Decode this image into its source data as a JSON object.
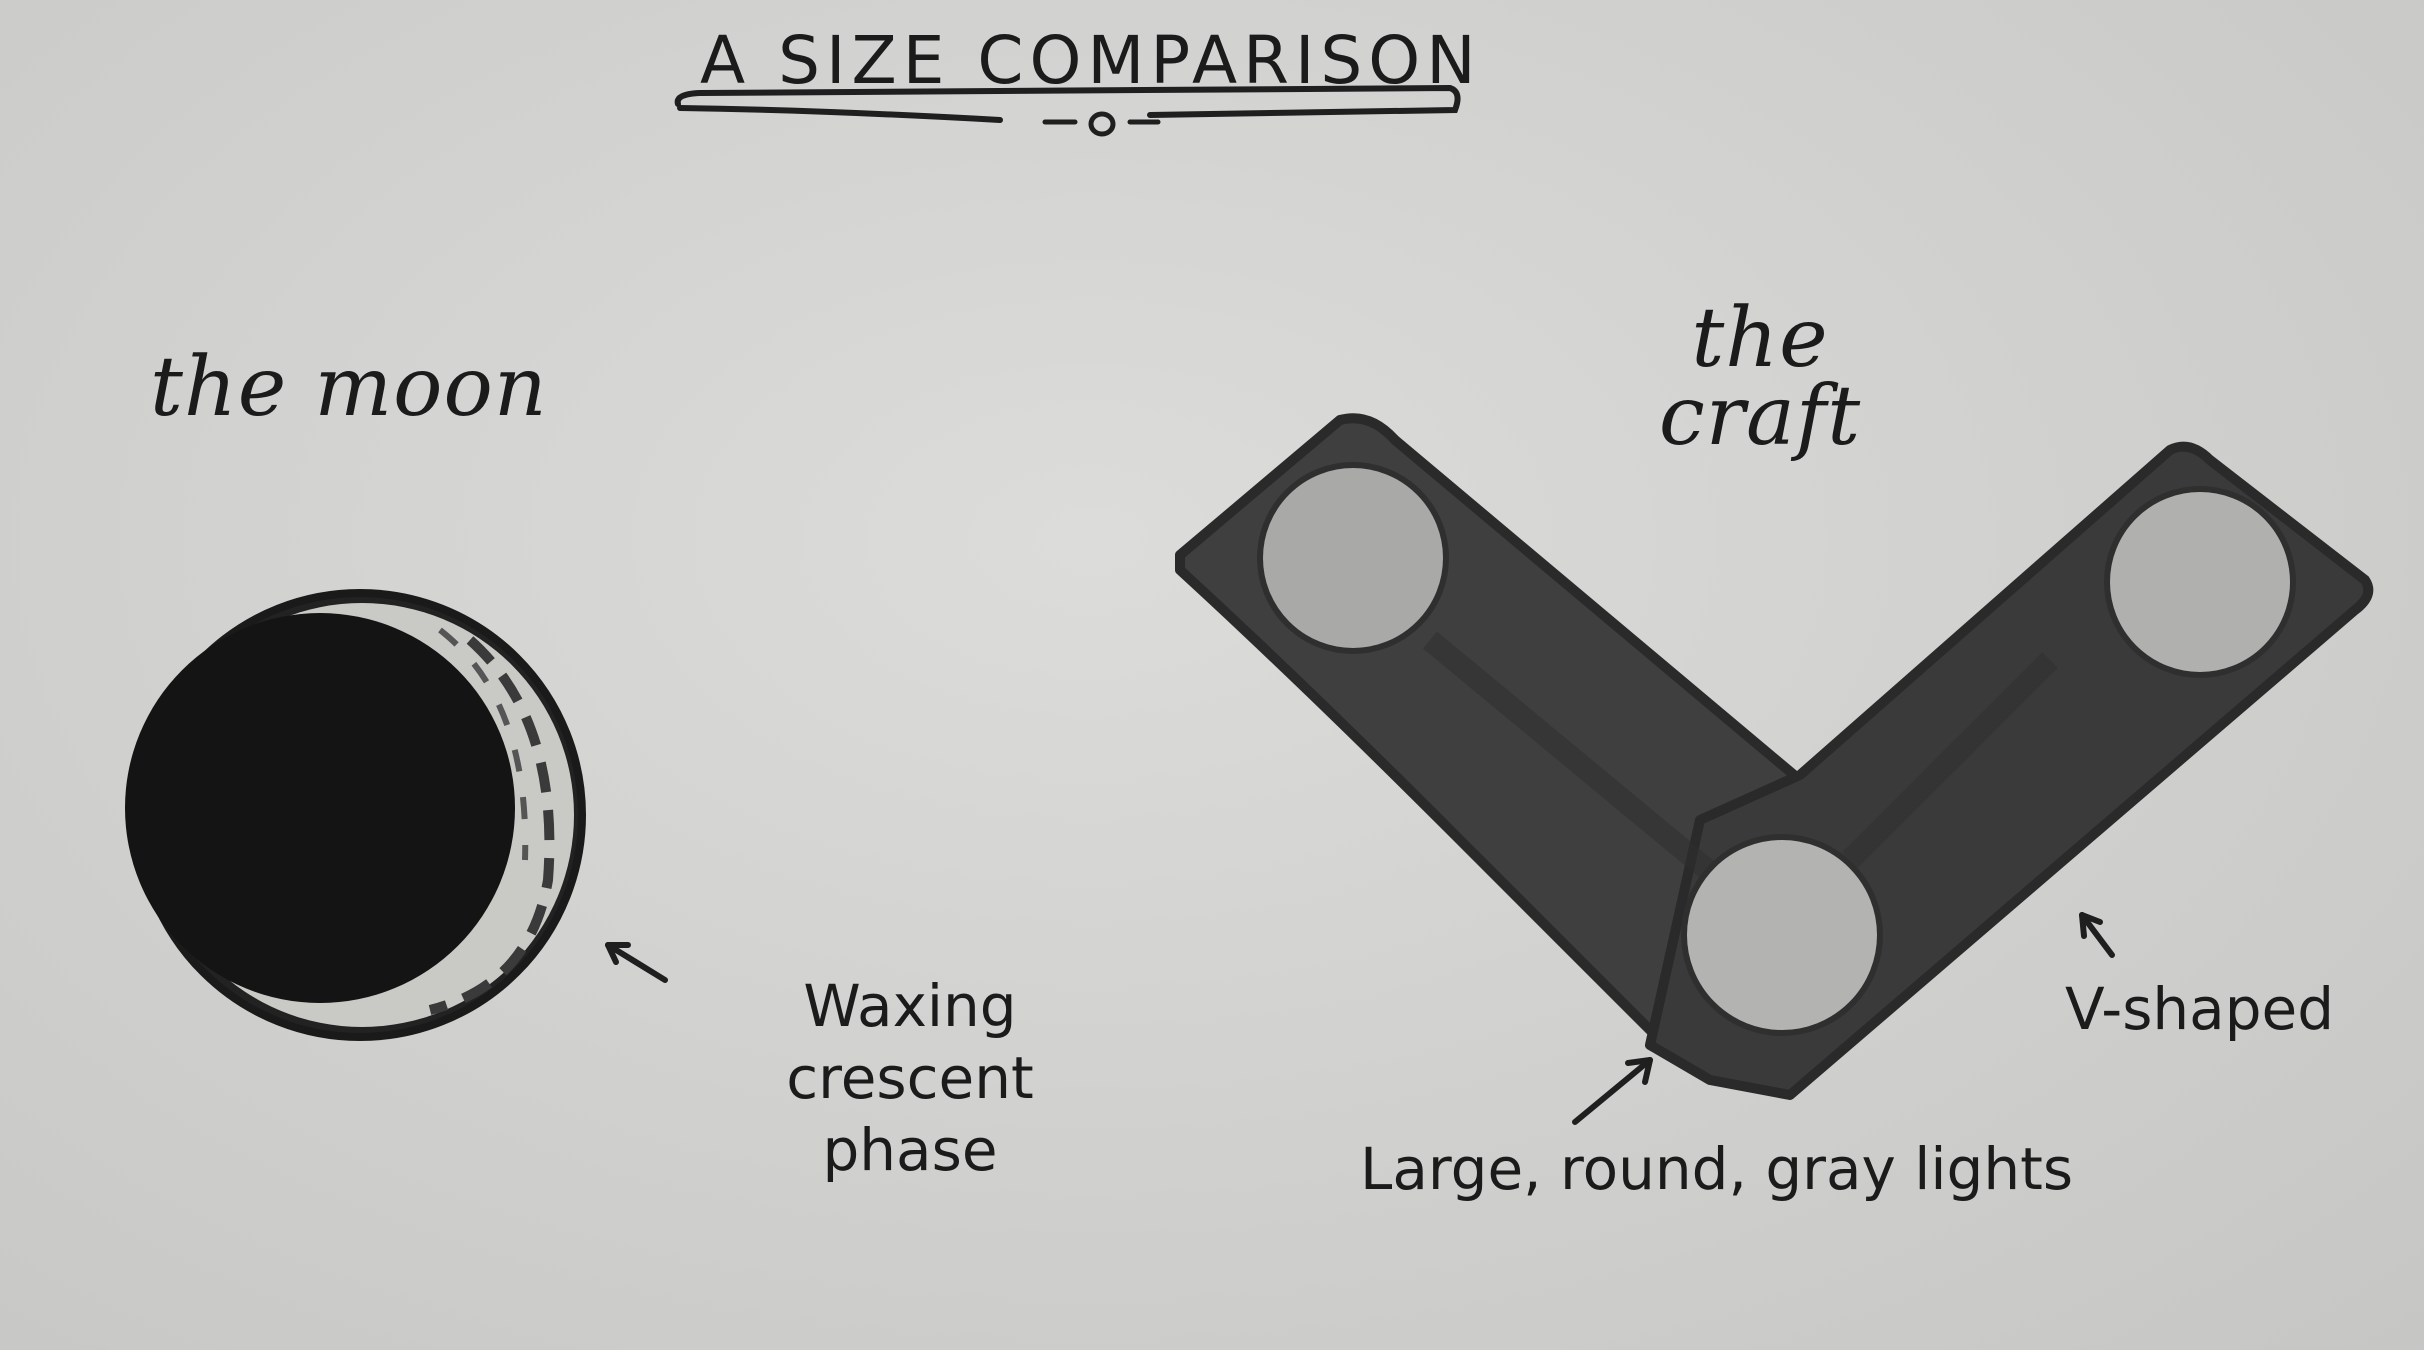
{
  "title": "A SIZE COMPARISON",
  "moon": {
    "label": "the moon",
    "note": "Waxing crescent phase"
  },
  "craft": {
    "label": "the craft",
    "notes": {
      "lights": "Large, round, gray lights",
      "shape": "V-shaped"
    }
  },
  "colors": {
    "paper": "#d6d6d4",
    "ink": "#1b1b1b",
    "craft_body": "#3d3d3d",
    "craft_light": "#a9a9a7",
    "moon_dark": "#141414",
    "moon_lit": "#d2d2cf"
  }
}
